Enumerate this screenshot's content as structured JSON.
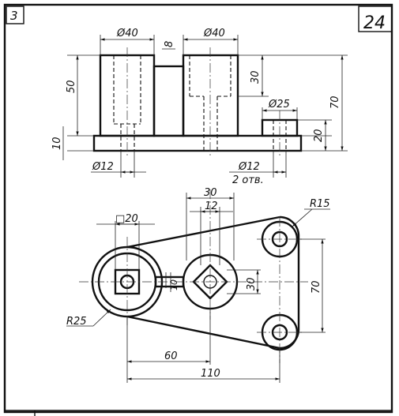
{
  "sheet": {
    "variant_number": "3",
    "task_number": "24"
  },
  "front_view": {
    "dia_left_boss": "Ø40",
    "web_thickness": "8",
    "dia_right_boss": "Ø40",
    "height_left": "50",
    "height_right_step": "30",
    "overall_height": "70",
    "base_thickness": "10",
    "dia_small_boss": "Ø25",
    "small_boss_height": "20",
    "hole_dia_left": "Ø12",
    "hole_dia_right": "Ø12",
    "holes_note": "2 отв."
  },
  "top_view": {
    "square_size": "□20",
    "width_30": "30",
    "width_12": "12",
    "radius_small": "R15",
    "radius_large": "R25",
    "web_10": "10",
    "square_30": "30",
    "dist_70": "70",
    "dist_60": "60",
    "dist_110": "110"
  }
}
